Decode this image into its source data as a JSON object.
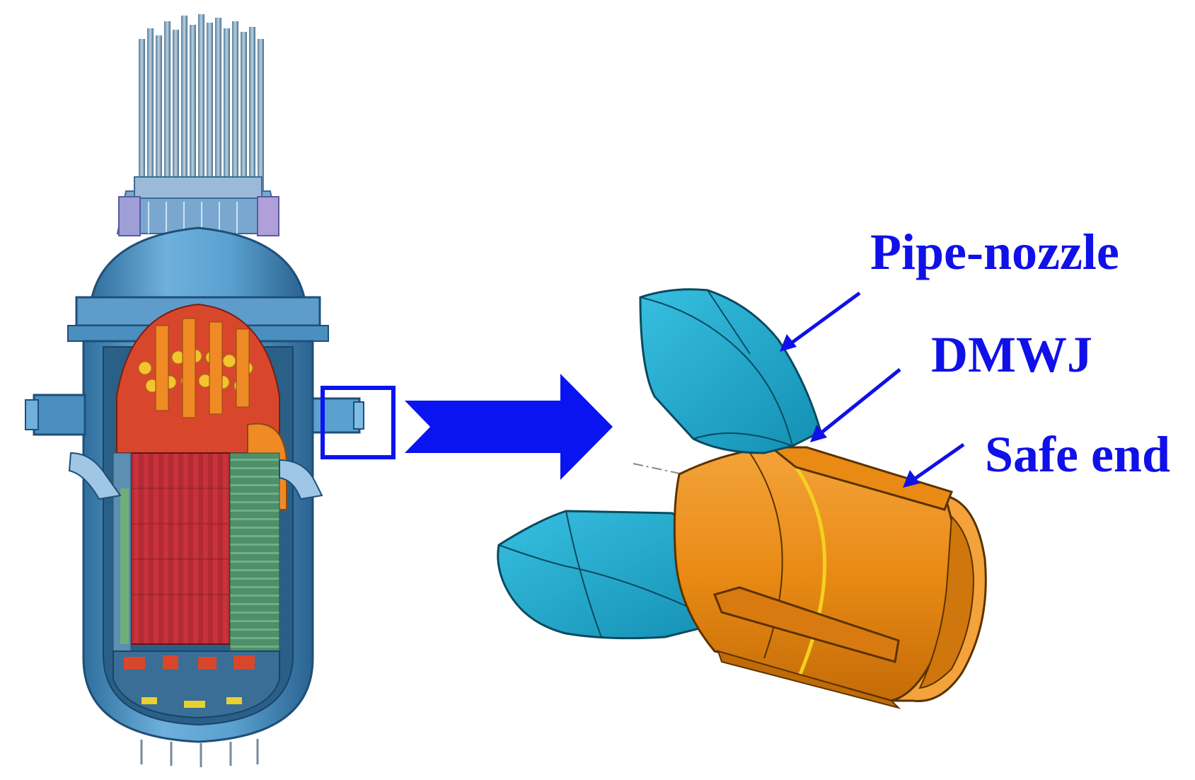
{
  "labels": {
    "pipe_nozzle": "Pipe-nozzle",
    "dmwj": "DMWJ",
    "safe_end": "Safe end"
  },
  "colors": {
    "label_blue": "#1010e8",
    "arrow_blue": "#0a14f0",
    "nozzle_cyan": "#1ba7c9",
    "nozzle_cyan_dark": "#0f86a6",
    "safe_end_orange": "#e98a14",
    "safe_end_orange_dark": "#c06a08",
    "vessel_blue": "#4b8fc0",
    "core_red": "#c8323a",
    "core_orange": "#f08a24",
    "core_yellow": "#f4c430"
  },
  "icons": {
    "reactor": "reactor-vessel-cutaway-icon",
    "zoom_box": "zoom-box-icon",
    "big_arrow": "right-arrow-icon"
  }
}
